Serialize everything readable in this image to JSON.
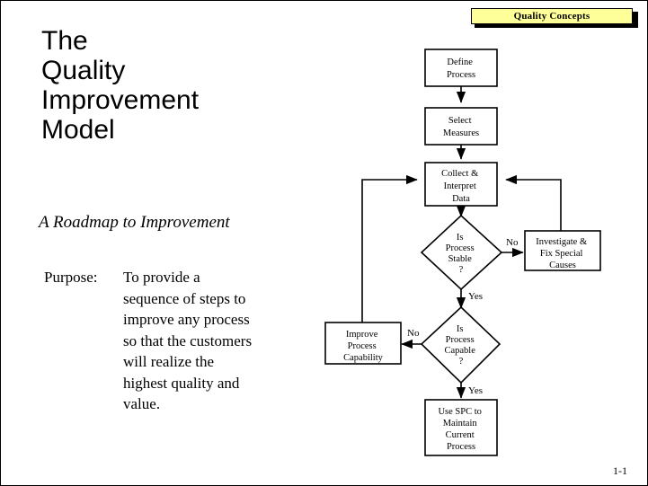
{
  "banner": {
    "text": "Quality Concepts",
    "fill_color": "#FFFF99",
    "shadow_color": "#000000"
  },
  "title": {
    "line1": "The",
    "line2": "Quality",
    "line3": "Improvement",
    "line4": "Model"
  },
  "subtitle": "A Roadmap to Improvement",
  "purpose": {
    "label": "Purpose:",
    "line1": "To provide a",
    "line2": "sequence of steps to",
    "line3": "improve any process",
    "line4": "so that the customers",
    "line5": "will realize the",
    "line6": "highest quality and",
    "line7": "value."
  },
  "page_number": "1-1",
  "chart_data": {
    "type": "diagram",
    "title": "The Quality Improvement Model",
    "nodes": [
      {
        "id": "define",
        "shape": "box",
        "lines": [
          "Define",
          "Process"
        ]
      },
      {
        "id": "select",
        "shape": "box",
        "lines": [
          "Select",
          "Measures"
        ]
      },
      {
        "id": "collect",
        "shape": "box",
        "lines": [
          "Collect &",
          "Interpret",
          "Data"
        ]
      },
      {
        "id": "stable",
        "shape": "diamond",
        "lines": [
          "Is",
          "Process",
          "Stable",
          "?"
        ]
      },
      {
        "id": "investigate",
        "shape": "box",
        "lines": [
          "Investigate &",
          "Fix Special",
          "Causes"
        ]
      },
      {
        "id": "capable",
        "shape": "diamond",
        "lines": [
          "Is",
          "Process",
          "Capable",
          "?"
        ]
      },
      {
        "id": "improve",
        "shape": "box",
        "lines": [
          "Improve",
          "Process",
          "Capability"
        ]
      },
      {
        "id": "spc",
        "shape": "box",
        "lines": [
          "Use SPC to",
          "Maintain",
          "Current",
          "Process"
        ]
      }
    ],
    "edges": [
      {
        "from": "define",
        "to": "select",
        "label": ""
      },
      {
        "from": "select",
        "to": "collect",
        "label": ""
      },
      {
        "from": "collect",
        "to": "stable",
        "label": ""
      },
      {
        "from": "stable",
        "to": "investigate",
        "label": "No"
      },
      {
        "from": "stable",
        "to": "capable",
        "label": "Yes"
      },
      {
        "from": "investigate",
        "to": "collect",
        "label": ""
      },
      {
        "from": "capable",
        "to": "improve",
        "label": "No"
      },
      {
        "from": "capable",
        "to": "spc",
        "label": "Yes"
      },
      {
        "from": "improve",
        "to": "collect",
        "label": ""
      }
    ],
    "labels": {
      "no_stable": "No",
      "yes_stable": "Yes",
      "no_capable": "No",
      "yes_capable": "Yes"
    }
  }
}
